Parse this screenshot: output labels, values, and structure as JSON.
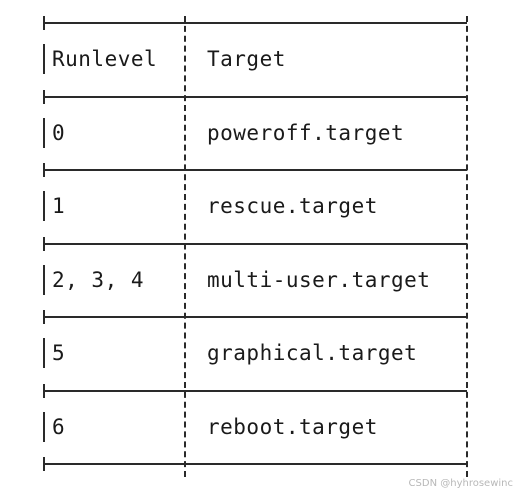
{
  "table": {
    "header": {
      "runlevel": "Runlevel",
      "target": "Target"
    },
    "rows": [
      {
        "runlevel": "0",
        "target": "poweroff.target"
      },
      {
        "runlevel": "1",
        "target": "rescue.target"
      },
      {
        "runlevel": "2, 3, 4",
        "target": "multi-user.target"
      },
      {
        "runlevel": "5",
        "target": "graphical.target"
      },
      {
        "runlevel": "6",
        "target": "reboot.target"
      }
    ]
  },
  "watermark": "CSDN @hyhrosewinc"
}
